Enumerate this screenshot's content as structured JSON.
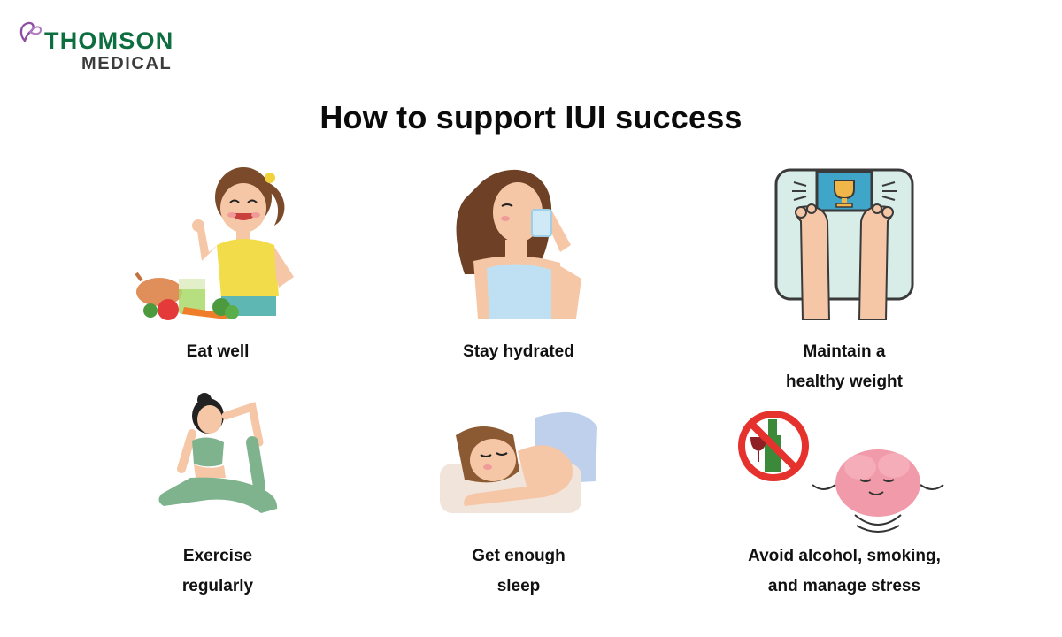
{
  "logo": {
    "line1": "THOMSON",
    "line2": "MEDICAL"
  },
  "title": "How to support IUI success",
  "tips": [
    {
      "id": "eat-well",
      "lines": [
        "Eat well"
      ]
    },
    {
      "id": "stay-hydrated",
      "lines": [
        "Stay hydrated"
      ]
    },
    {
      "id": "healthy-weight",
      "lines": [
        "Maintain a",
        "healthy weight"
      ]
    },
    {
      "id": "exercise",
      "lines": [
        "Exercise",
        "regularly"
      ]
    },
    {
      "id": "sleep",
      "lines": [
        "Get enough",
        "sleep"
      ]
    },
    {
      "id": "avoid",
      "lines": [
        "Avoid alcohol, smoking,",
        "and manage stress"
      ]
    }
  ],
  "colors": {
    "brand_green": "#0d6e3f",
    "brand_gray": "#3b3b3b",
    "logo_purple": "#8e4fa3",
    "skin": "#f6c7a7",
    "brain_pink": "#f19aa9",
    "scale_bg": "#d8ece8",
    "no_sign_red": "#e5322d"
  },
  "icons": [
    "thomson-butterfly-icon",
    "trophy-icon",
    "no-alcohol-icon"
  ]
}
